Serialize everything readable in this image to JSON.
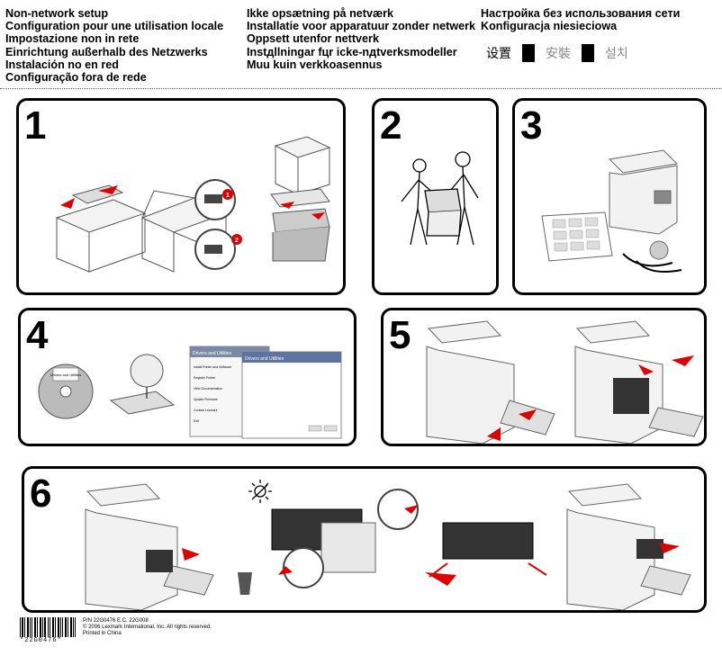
{
  "headings": {
    "col1": [
      "Non-network setup",
      "Configuration pour une utilisation locale",
      "Impostazione non in rete",
      "Einrichtung außerhalb des Netzwerks",
      "Instalación no en red",
      "Configuração fora de rede"
    ],
    "col2": [
      "Ikke opsætning på netværk",
      "Installatie voor apparatuur zonder netwerk",
      "Oppsett utenfor nettverk",
      "Instдllningar fцr icke-nдtverksmodeller",
      "Muu kuin verkkoasennus"
    ],
    "col3": [
      "Настройка без использования сети",
      "Konfiguracja niesieciowa"
    ]
  },
  "cjk": {
    "zh_cn": "设置",
    "zh_tw": "安裝",
    "ko": "설치"
  },
  "steps": {
    "s1": "1",
    "s2": "2",
    "s3": "3",
    "s4": "4",
    "s5": "5",
    "s6": "6"
  },
  "step1": {
    "badge_a": "1",
    "badge_b": "2"
  },
  "step4": {
    "cd_label": "Drivers and Utilities",
    "win1_title": "Drivers and Utilities",
    "win2_title": "Drivers and Utilities",
    "menu": [
      "Install Printer and Software",
      "Register Printer",
      "View Documentation",
      "Update Firmware",
      "Contact Lexmark",
      "Exit"
    ]
  },
  "footer": {
    "pn": "P/N 22G0476 E.C. 22G008",
    "copyright": "© 2006 Lexmark International, Inc. All rights reserved.",
    "printed": "Printed in China",
    "barcode_text": "*22G0476*"
  }
}
